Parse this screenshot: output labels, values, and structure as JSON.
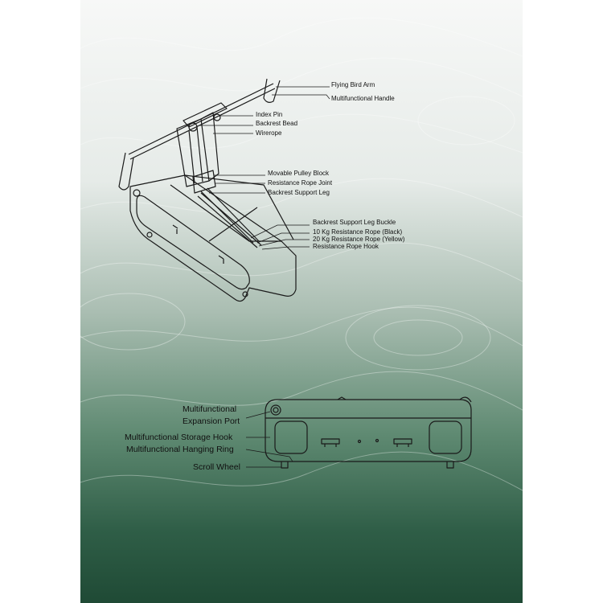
{
  "top_labels": [
    "Flying Bird Arm",
    "Multifunctional Handle",
    "Index Pin",
    "Backrest Bead",
    "Wirerope",
    "Movable Pulley Block",
    "Resistance Rope Joint",
    "Backrest Support Leg",
    "Backrest Support Leg Buckle",
    "10 Kg Resistance Rope (Black)",
    "20 Kg Resistance Rope (Yellow)",
    "Resistance Rope Hook"
  ],
  "bottom_labels": [
    "Multifunctional",
    "Expansion Port",
    "Multifunctional Storage Hook",
    "Multifunctional Hanging Ring",
    "Scroll Wheel"
  ],
  "colors": {
    "line": "#1a1a1a",
    "bg_top": "#f7f8f7",
    "bg_bottom": "#1f4a35"
  }
}
